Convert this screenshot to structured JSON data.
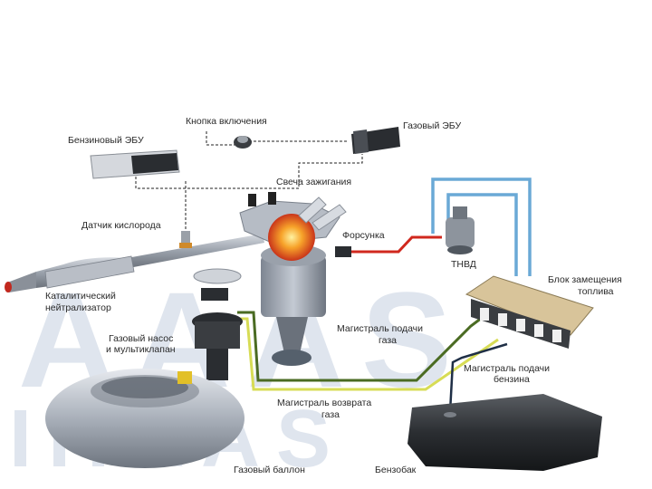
{
  "diagram": {
    "watermark": {
      "top": "AAAS",
      "bottom": "IIIAAS"
    },
    "labels": {
      "button": "Кнопка включения",
      "gas_ecu": "Газовый ЭБУ",
      "petrol_ecu": "Бензиновый ЭБУ",
      "spark_plug": "Свеча зажигания",
      "o2_sensor": "Датчик кислорода",
      "injector": "Форсунка",
      "hp_pump": "ТНВД",
      "catalyst_line1": "Каталитический",
      "catalyst_line2": "нейтрализатор",
      "switch_block_line1": "Блок замещения",
      "switch_block_line2": "топлива",
      "gas_pump_line1": "Газовый насос",
      "gas_pump_line2": "и мультиклапан",
      "gas_supply_line1": "Магистраль подачи",
      "gas_supply_line2": "газа",
      "petrol_supply_line1": "Магистраль подачи",
      "petrol_supply_line2": "бензина",
      "gas_return_line1": "Магистраль возврата",
      "gas_return_line2": "газа",
      "gas_tank": "Газовый баллон",
      "petrol_tank": "Бензобак"
    },
    "colors": {
      "gas_line": "#4a6b22",
      "return_line": "#d7dc55",
      "petrol_line": "#1f2f46",
      "hp_line": "#d0281e",
      "blue_loop": "#6aa9d6"
    }
  }
}
